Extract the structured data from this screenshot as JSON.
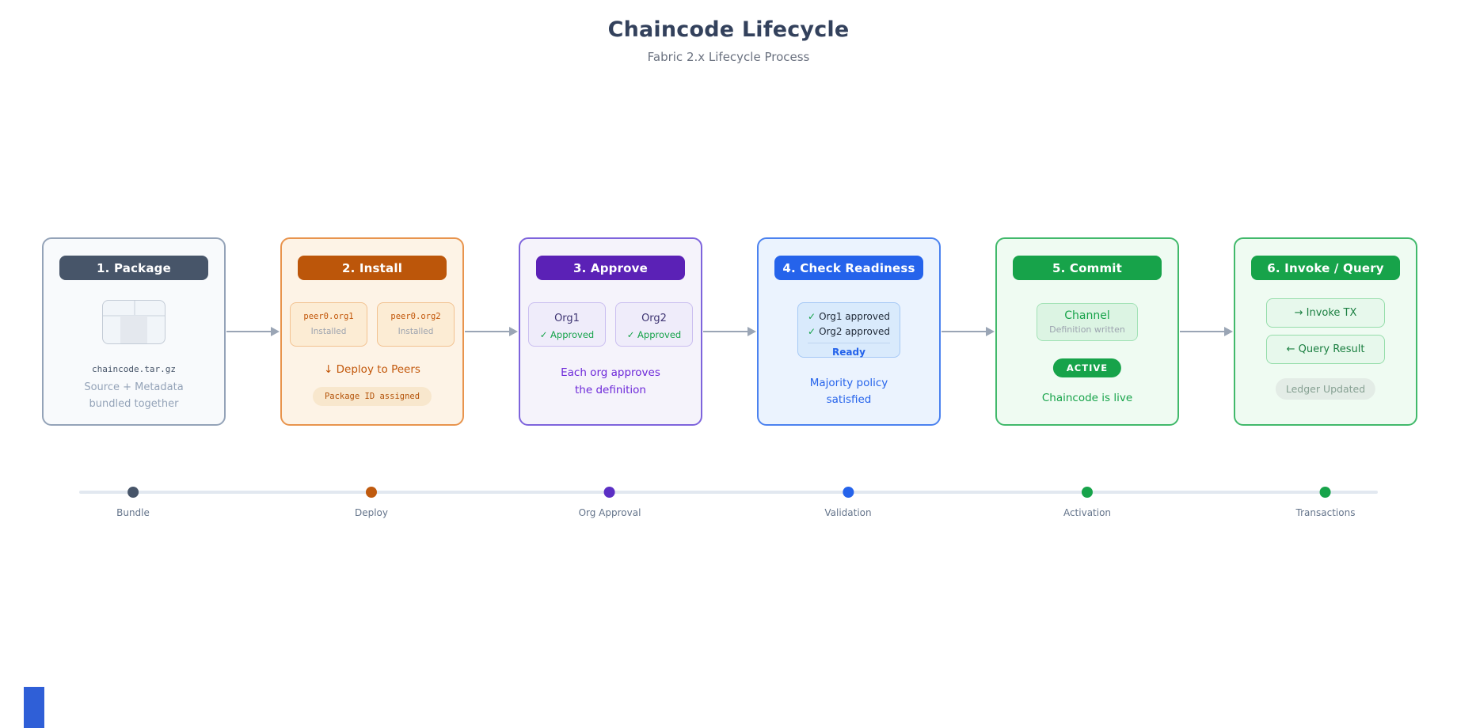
{
  "header": {
    "title": "Chaincode Lifecycle",
    "subtitle": "Fabric 2.x Lifecycle Process"
  },
  "colors": {
    "slate": "#475569",
    "orange": "#bc560a",
    "purple": "#5b21b6",
    "blue": "#2563eb",
    "green": "#17a34a",
    "success_check": "#16a34a",
    "arrow": "#9aa5b5",
    "timeline_track": "#e2e8f0",
    "muted_text": "#94a3b8"
  },
  "cards": {
    "package": {
      "title": "1. Package",
      "file": "chaincode.tar.gz",
      "desc_line1": "Source + Metadata",
      "desc_line2": "bundled together"
    },
    "install": {
      "title": "2. Install",
      "peers": [
        {
          "name": "peer0.org1",
          "status": "Installed"
        },
        {
          "name": "peer0.org2",
          "status": "Installed"
        }
      ],
      "action": "↓ Deploy to Peers",
      "badge": "Package ID assigned"
    },
    "approve": {
      "title": "3. Approve",
      "orgs": [
        {
          "name": "Org1",
          "status": "✓ Approved"
        },
        {
          "name": "Org2",
          "status": "✓ Approved"
        }
      ],
      "desc_line1": "Each org approves",
      "desc_line2": "the definition"
    },
    "readiness": {
      "title": "4. Check Readiness",
      "checks": [
        {
          "icon": "✓",
          "label": "Org1 approved"
        },
        {
          "icon": "✓",
          "label": "Org2 approved"
        }
      ],
      "ready_label": "Ready",
      "desc_line1": "Majority policy",
      "desc_line2": "satisfied"
    },
    "commit": {
      "title": "5. Commit",
      "channel_title": "Channel",
      "channel_sub": "Definition written",
      "badge": "ACTIVE",
      "desc": "Chaincode is live"
    },
    "invoke": {
      "title": "6. Invoke / Query",
      "actions": [
        "→ Invoke TX",
        "← Query Result"
      ],
      "badge": "Ledger Updated"
    }
  },
  "timeline": {
    "items": [
      {
        "label": "Bundle",
        "color": "#475569"
      },
      {
        "label": "Deploy",
        "color": "#bf5a0e"
      },
      {
        "label": "Org Approval",
        "color": "#5b2fc4"
      },
      {
        "label": "Validation",
        "color": "#2563eb"
      },
      {
        "label": "Activation",
        "color": "#17a34a"
      },
      {
        "label": "Transactions",
        "color": "#17a34a"
      }
    ]
  }
}
